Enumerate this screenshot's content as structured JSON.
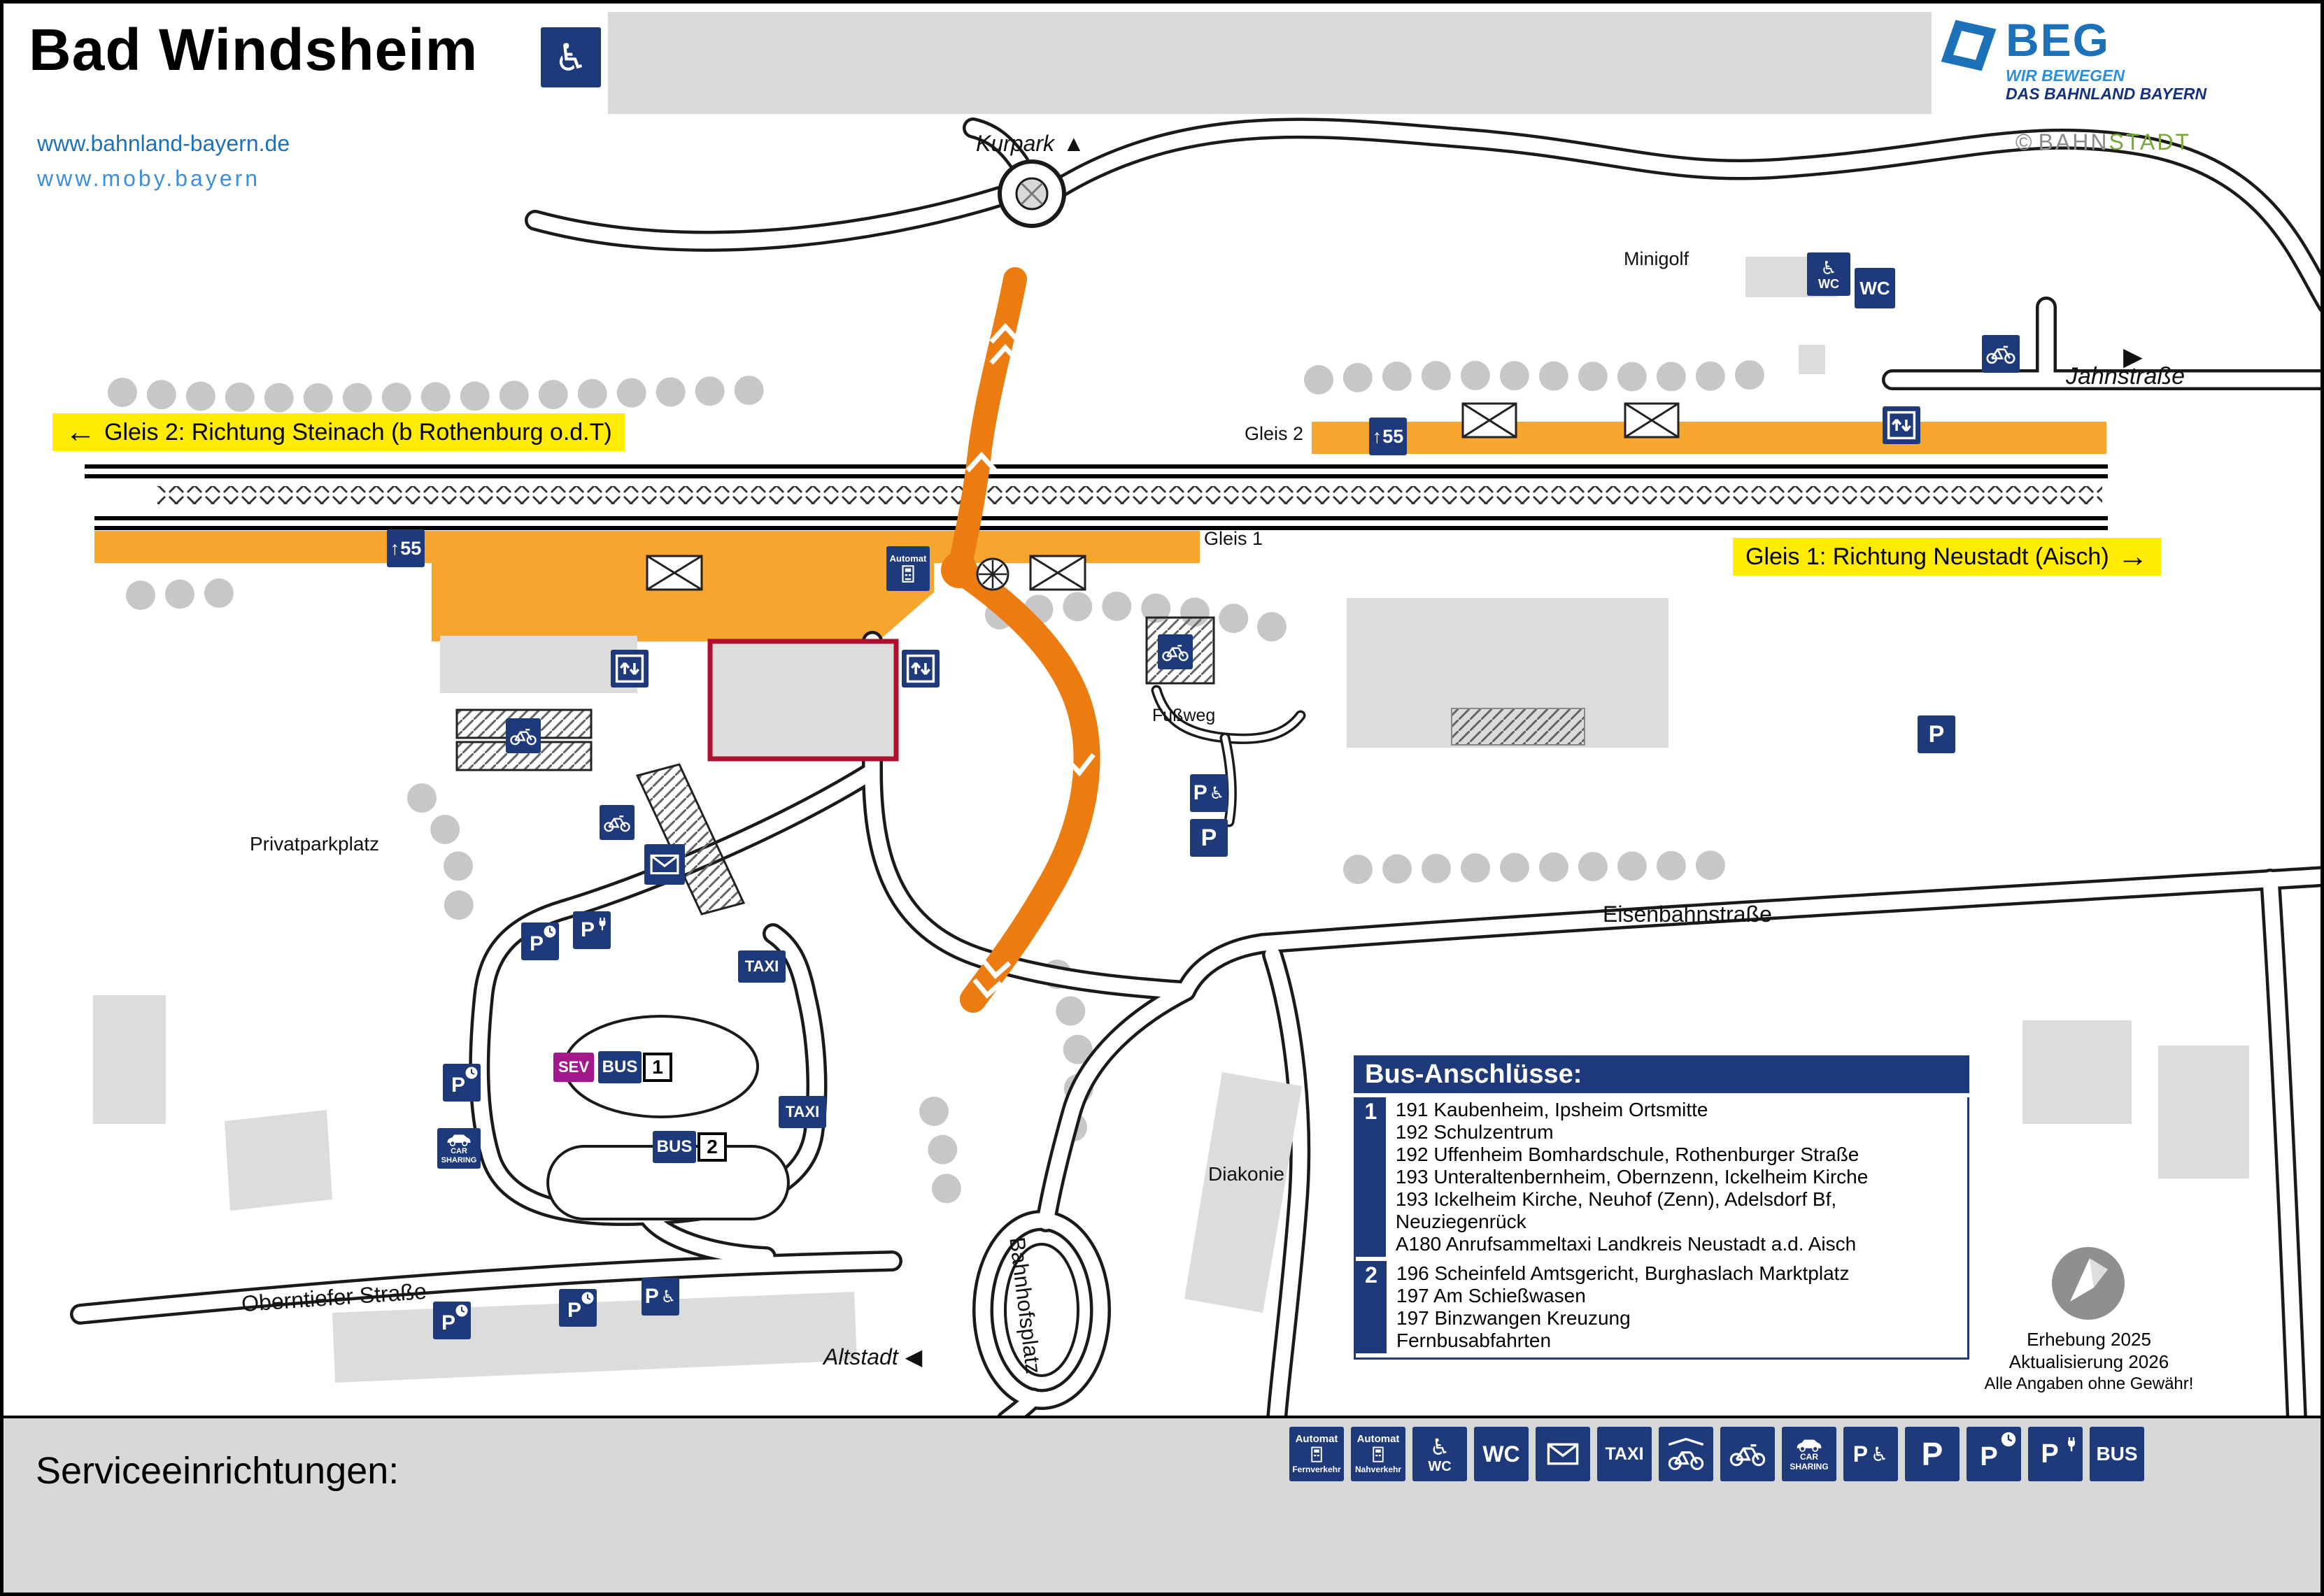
{
  "colors": {
    "navy": "#1E3A7B",
    "platform_orange": "#F6A62E",
    "route_orange": "#EC7C10",
    "banner_yellow": "#FFEC00",
    "sev_magenta": "#A3188C",
    "building_highlight": "#B01030",
    "link_blue": "#1D71B8",
    "link_blue_light": "#3D8EDB",
    "stadt_green": "#76A837"
  },
  "header": {
    "title": "Bad Windsheim",
    "link1": "www.bahnland-bayern.de",
    "link2": "www.moby.bayern",
    "beg_name": "BEG",
    "beg_tag1": "WIR BEWEGEN",
    "beg_tag2": "DAS BAHNLAND BAYERN",
    "credit_prefix": "©",
    "credit_part1": "BAHN",
    "credit_part2": "STADT"
  },
  "arrows": {
    "left": "←",
    "right": "→",
    "up": "↑",
    "tri_up": "▲",
    "tri_right": "▶",
    "tri_left": "◀"
  },
  "icons": {
    "wheelchair": "♿",
    "wc": "WC",
    "taxi": "TAXI",
    "bus": "BUS",
    "sev": "SEV",
    "p": "P",
    "n55": "55",
    "automat": "Automat",
    "fernverkehr": "Fernverkehr",
    "nahverkehr": "Nahverkehr",
    "car_line1": "CAR",
    "car_line2": "SHARING",
    "stop1": "1",
    "stop2": "2"
  },
  "map": {
    "labels": {
      "kurpark": "Kurpark",
      "minigolf": "Minigolf",
      "jahnstrasse": "Jahnstraße",
      "gleis2": "Gleis 2",
      "gleis1": "Gleis 1",
      "fussweg": "Fußweg",
      "privatparkplatz": "Privatparkplatz",
      "eisenbahnstrasse": "Eisenbahnstraße",
      "oberntiefer": "Oberntiefer Straße",
      "altstadt": "Altstadt",
      "bahnhofsplatz": "Bahnhofsplatz",
      "diakonie": "Diakonie"
    },
    "banners": {
      "gleis2": "Gleis 2: Richtung Steinach (b Rothenburg o.d.T)",
      "gleis1": "Gleis 1: Richtung Neustadt (Aisch)"
    },
    "notes": [
      "Erhebung 2025",
      "Aktualisierung 2026",
      "Alle Angaben ohne Gewähr!"
    ]
  },
  "bus_box": {
    "title": "Bus-Anschlüsse:",
    "groups": [
      {
        "stop": "1",
        "lines": [
          "191 Kaubenheim, Ipsheim Ortsmitte",
          "192 Schulzentrum",
          "192 Uffenheim Bomhardschule, Rothenburger Straße",
          "193 Unteraltenbernheim, Obernzenn, Ickelheim Kirche",
          "193 Ickelheim Kirche, Neuhof (Zenn), Adelsdorf Bf, Neuziegenrück",
          "A180 Anrufsammeltaxi Landkreis Neustadt a.d. Aisch"
        ]
      },
      {
        "stop": "2",
        "lines": [
          "196 Scheinfeld Amtsgericht, Burghaslach Marktplatz",
          "197 Am Schießwasen",
          "197 Binzwangen Kreuzung",
          "Fernbusabfahrten"
        ]
      }
    ]
  },
  "legend": {
    "title": "Serviceeinrichtungen:"
  }
}
